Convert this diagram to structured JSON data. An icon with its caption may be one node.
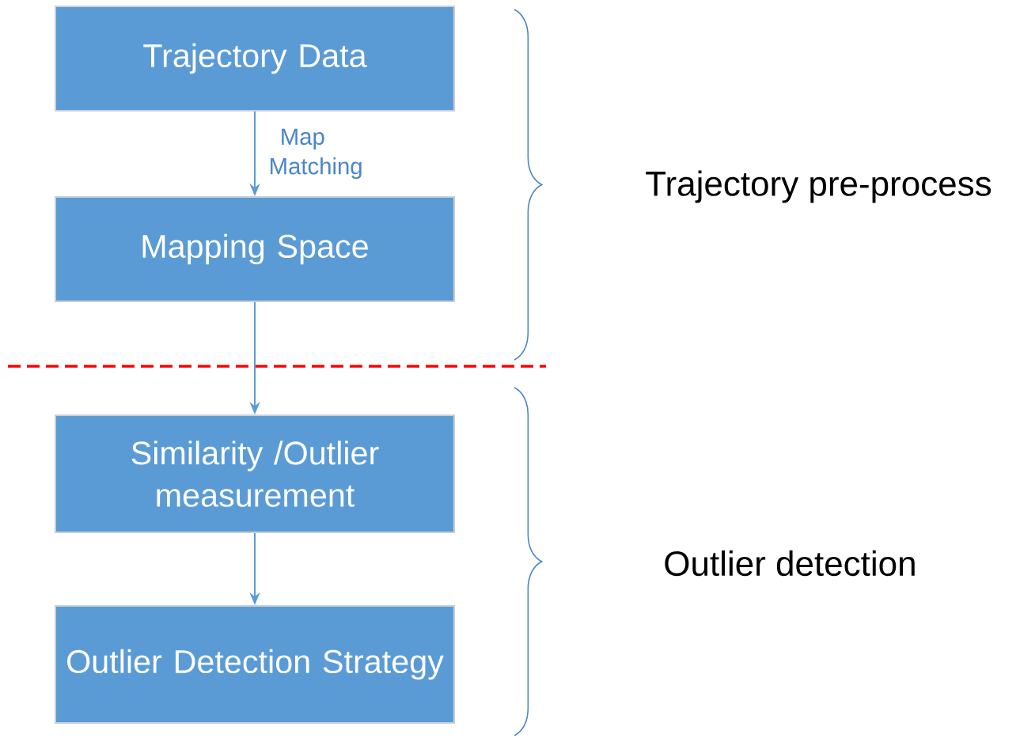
{
  "diagram": {
    "nodes": [
      {
        "text": [
          "Trajectory Data"
        ]
      },
      {
        "text": [
          "Mapping Space"
        ]
      },
      {
        "text": [
          "Similarity /Outlier measurement"
        ]
      },
      {
        "text": [
          "Outlier Detection Strategy"
        ]
      }
    ],
    "edges": [
      {
        "from": 0,
        "to": 1,
        "arrow": "to",
        "label": "Map Matching"
      },
      {
        "from": 1,
        "to": 2,
        "arrow": "to"
      },
      {
        "from": 2,
        "to": 3,
        "arrow": "to"
      }
    ],
    "labels": [
      "Trajectory pre-process",
      "Outlier detection"
    ]
  }
}
